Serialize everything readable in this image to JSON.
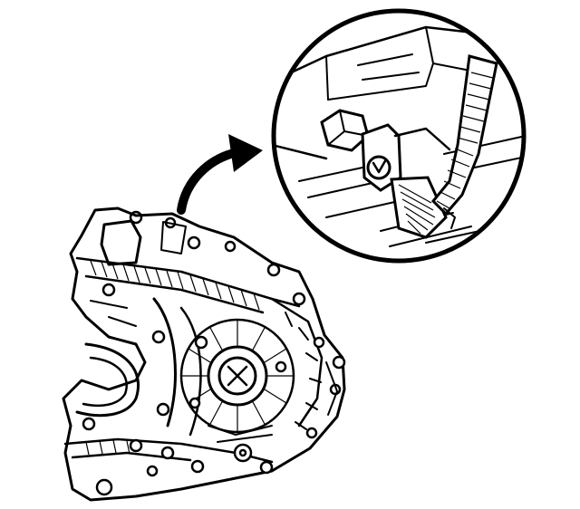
{
  "figure": {
    "subject": "transmission-case-with-sensor-connector",
    "detail_view": "circular-magnified-inset",
    "pointer": "curved-arrow-to-inset",
    "colors": {
      "ink": "#000000",
      "paper": "#ffffff"
    }
  }
}
